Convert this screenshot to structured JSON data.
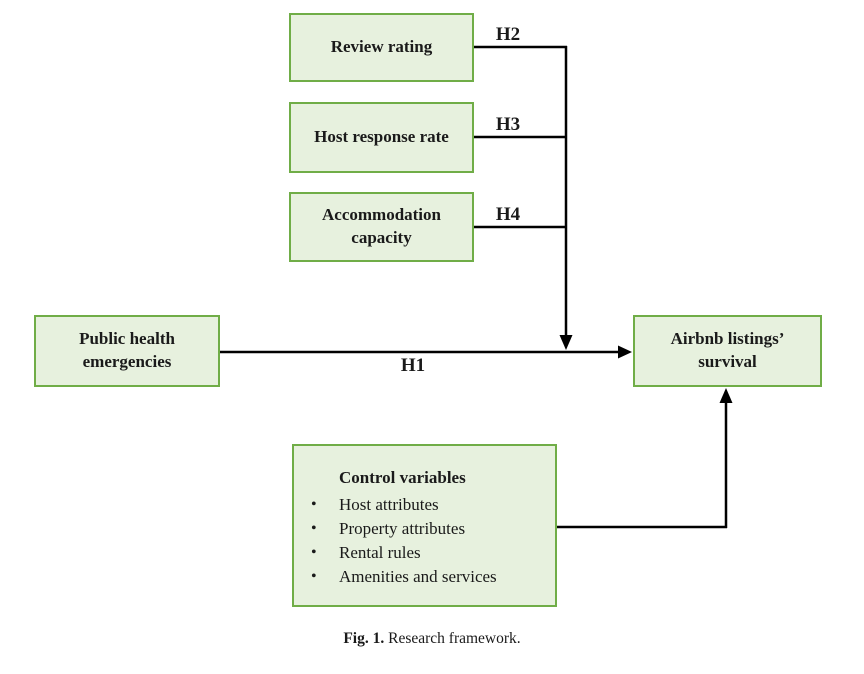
{
  "boxes": {
    "review": {
      "label": "Review rating"
    },
    "host_response": {
      "label": "Host response rate"
    },
    "accommodation": {
      "label": "Accommodation capacity"
    },
    "public_health": {
      "label": "Public health emergencies"
    },
    "survival": {
      "label": "Airbnb listings’ survival"
    },
    "control": {
      "title": "Control variables",
      "items": [
        "Host attributes",
        "Property attributes",
        "Rental rules",
        "Amenities and services"
      ],
      "bullet_glyph": "•"
    }
  },
  "hypotheses": {
    "h1": "H1",
    "h2": "H2",
    "h3": "H3",
    "h4": "H4"
  },
  "caption": {
    "label": "Fig. 1.",
    "text": "Research framework."
  },
  "colors": {
    "box_fill": "#e7f1de",
    "box_border": "#70ad47",
    "line": "#000000",
    "text": "#1a1a1a",
    "background": "#ffffff"
  }
}
